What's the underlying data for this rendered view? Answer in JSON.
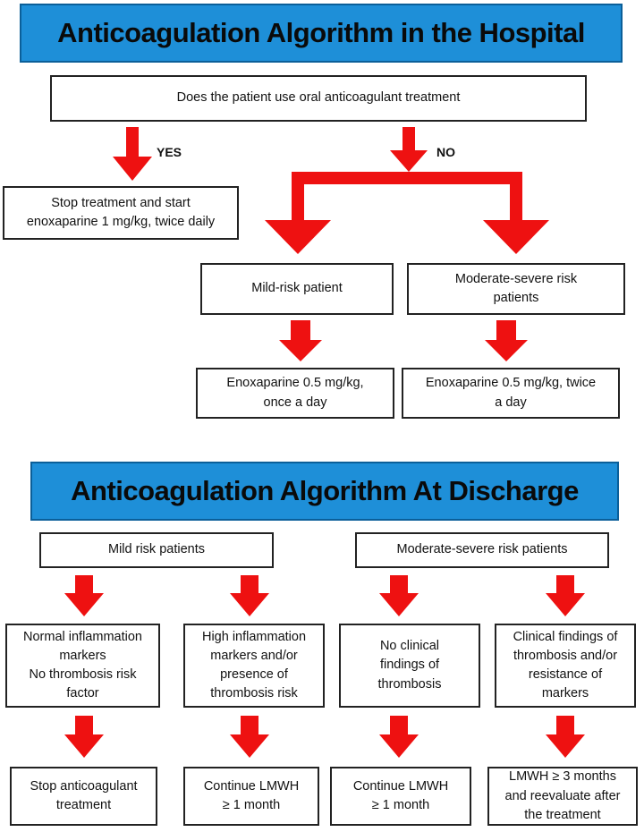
{
  "hospital": {
    "title": "Anticoagulation Algorithm in the Hospital",
    "question": "Does the patient use oral anticoagulant treatment",
    "yes_label": "YES",
    "no_label": "NO",
    "yes_result": "Stop treatment and start\nenoxaparine 1 mg/kg, twice daily",
    "mild_risk": "Mild-risk patient",
    "moderate_risk": "Moderate-severe risk\npatients",
    "mild_treatment": "Enoxaparine 0.5 mg/kg,\nonce a day",
    "moderate_treatment": "Enoxaparine 0.5 mg/kg, twice\na day"
  },
  "discharge": {
    "title": "Anticoagulation Algorithm At Discharge",
    "mild_group": "Mild risk patients",
    "moderate_group": "Moderate-severe risk patients",
    "conditions": [
      "Normal inflammation\nmarkers\nNo thrombosis risk\nfactor",
      "High inflammation\nmarkers and/or\npresence of\nthrombosis risk",
      "No clinical\nfindings of\nthrombosis",
      "Clinical findings of\nthrombosis and/or\nresistance of\nmarkers"
    ],
    "outcomes": [
      "Stop anticoagulant\ntreatment",
      "Continue LMWH\n≥ 1 month",
      "Continue LMWH\n≥ 1 month",
      "LMWH ≥ 3 months\nand reevaluate after\nthe treatment"
    ]
  },
  "colors": {
    "banner": "#1e8fd8",
    "arrow": "#ee1111",
    "box_border": "#222222"
  }
}
